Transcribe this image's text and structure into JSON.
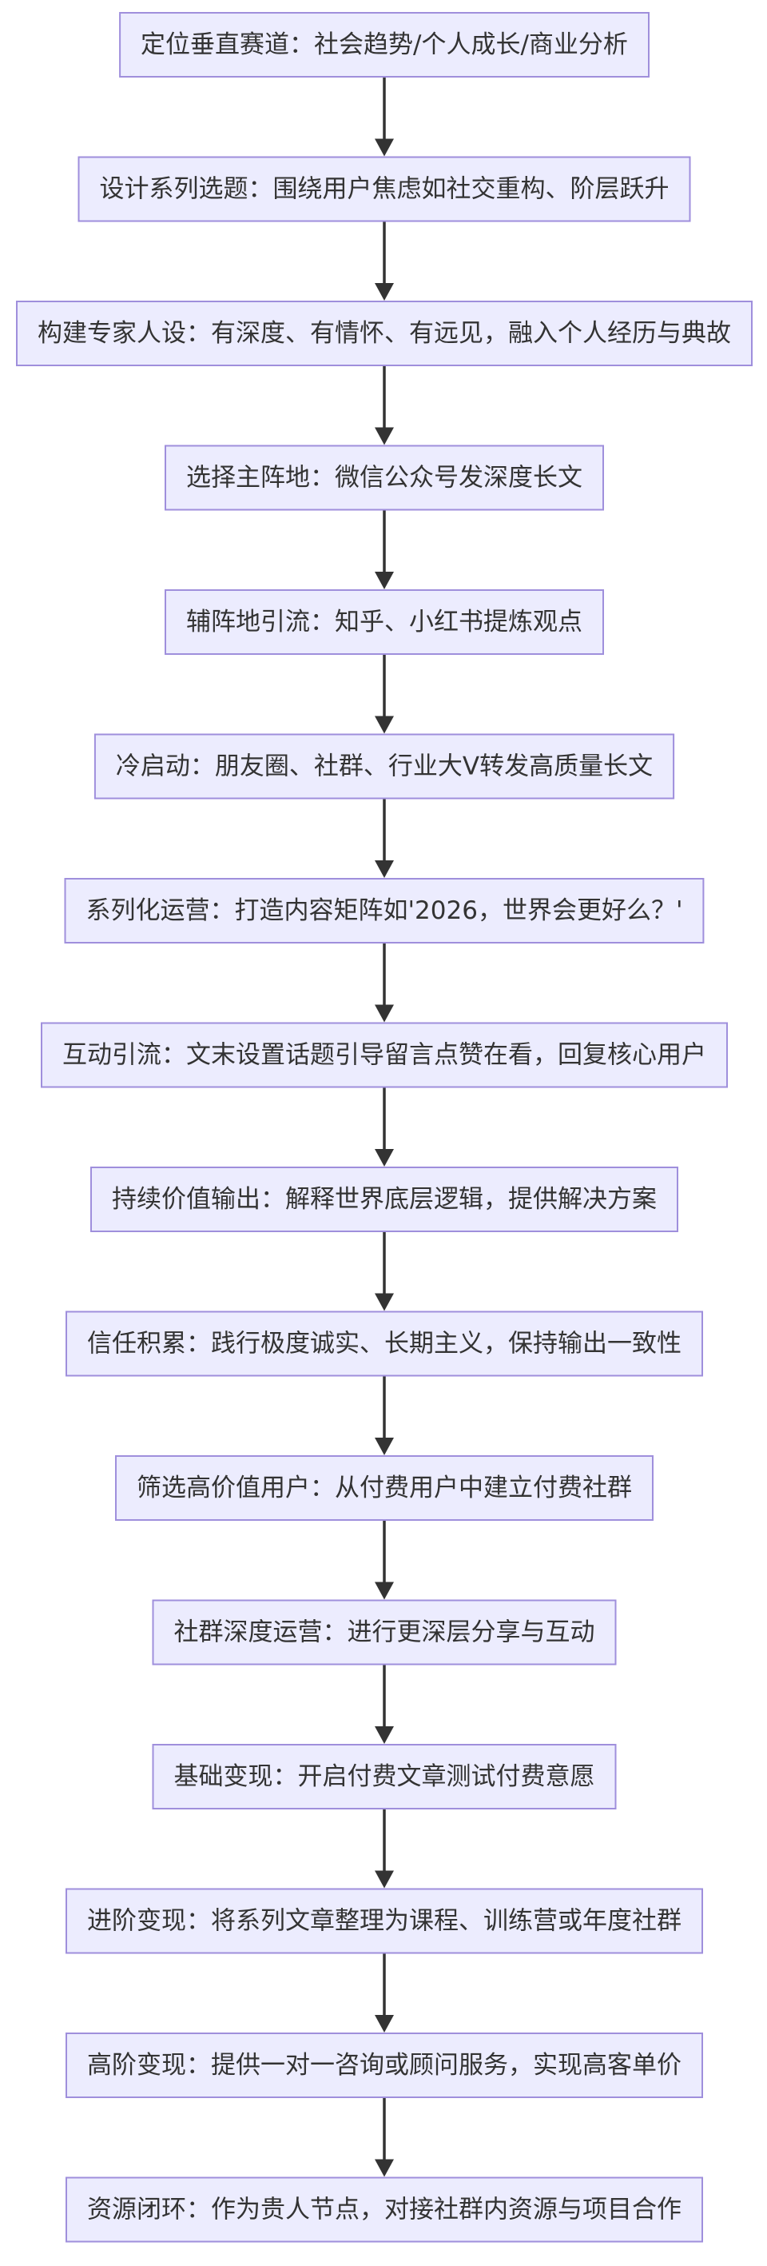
{
  "diagram": {
    "type": "flowchart",
    "direction": "top-down",
    "colors": {
      "node_fill": "#ececfe",
      "node_border": "#9f8fdc",
      "text": "#333333",
      "edge": "#333333"
    },
    "nodes": [
      {
        "id": "n1",
        "label": "定位垂直赛道：社会趋势/个人成长/商业分析"
      },
      {
        "id": "n2",
        "label": "设计系列选题：围绕用户焦虑如社交重构、阶层跃升"
      },
      {
        "id": "n3",
        "label": "构建专家人设：有深度、有情怀、有远见，融入个人经历与典故"
      },
      {
        "id": "n4",
        "label": "选择主阵地：微信公众号发深度长文"
      },
      {
        "id": "n5",
        "label": "辅阵地引流：知乎、小红书提炼观点"
      },
      {
        "id": "n6",
        "label": "冷启动：朋友圈、社群、行业大V转发高质量长文"
      },
      {
        "id": "n7",
        "label": "系列化运营：打造内容矩阵如'2026，世界会更好么？'"
      },
      {
        "id": "n8",
        "label": "互动引流：文末设置话题引导留言点赞在看，回复核心用户"
      },
      {
        "id": "n9",
        "label": "持续价值输出：解释世界底层逻辑，提供解决方案"
      },
      {
        "id": "n10",
        "label": "信任积累：践行极度诚实、长期主义，保持输出一致性"
      },
      {
        "id": "n11",
        "label": "筛选高价值用户：从付费用户中建立付费社群"
      },
      {
        "id": "n12",
        "label": "社群深度运营：进行更深层分享与互动"
      },
      {
        "id": "n13",
        "label": "基础变现：开启付费文章测试付费意愿"
      },
      {
        "id": "n14",
        "label": "进阶变现：将系列文章整理为课程、训练营或年度社群"
      },
      {
        "id": "n15",
        "label": "高阶变现：提供一对一咨询或顾问服务，实现高客单价"
      },
      {
        "id": "n16",
        "label": "资源闭环：作为贵人节点，对接社群内资源与项目合作"
      }
    ],
    "edges": [
      {
        "from": "n1",
        "to": "n2"
      },
      {
        "from": "n2",
        "to": "n3"
      },
      {
        "from": "n3",
        "to": "n4"
      },
      {
        "from": "n4",
        "to": "n5"
      },
      {
        "from": "n5",
        "to": "n6"
      },
      {
        "from": "n6",
        "to": "n7"
      },
      {
        "from": "n7",
        "to": "n8"
      },
      {
        "from": "n8",
        "to": "n9"
      },
      {
        "from": "n9",
        "to": "n10"
      },
      {
        "from": "n10",
        "to": "n11"
      },
      {
        "from": "n11",
        "to": "n12"
      },
      {
        "from": "n12",
        "to": "n13"
      },
      {
        "from": "n13",
        "to": "n14"
      },
      {
        "from": "n14",
        "to": "n15"
      },
      {
        "from": "n15",
        "to": "n16"
      }
    ]
  }
}
